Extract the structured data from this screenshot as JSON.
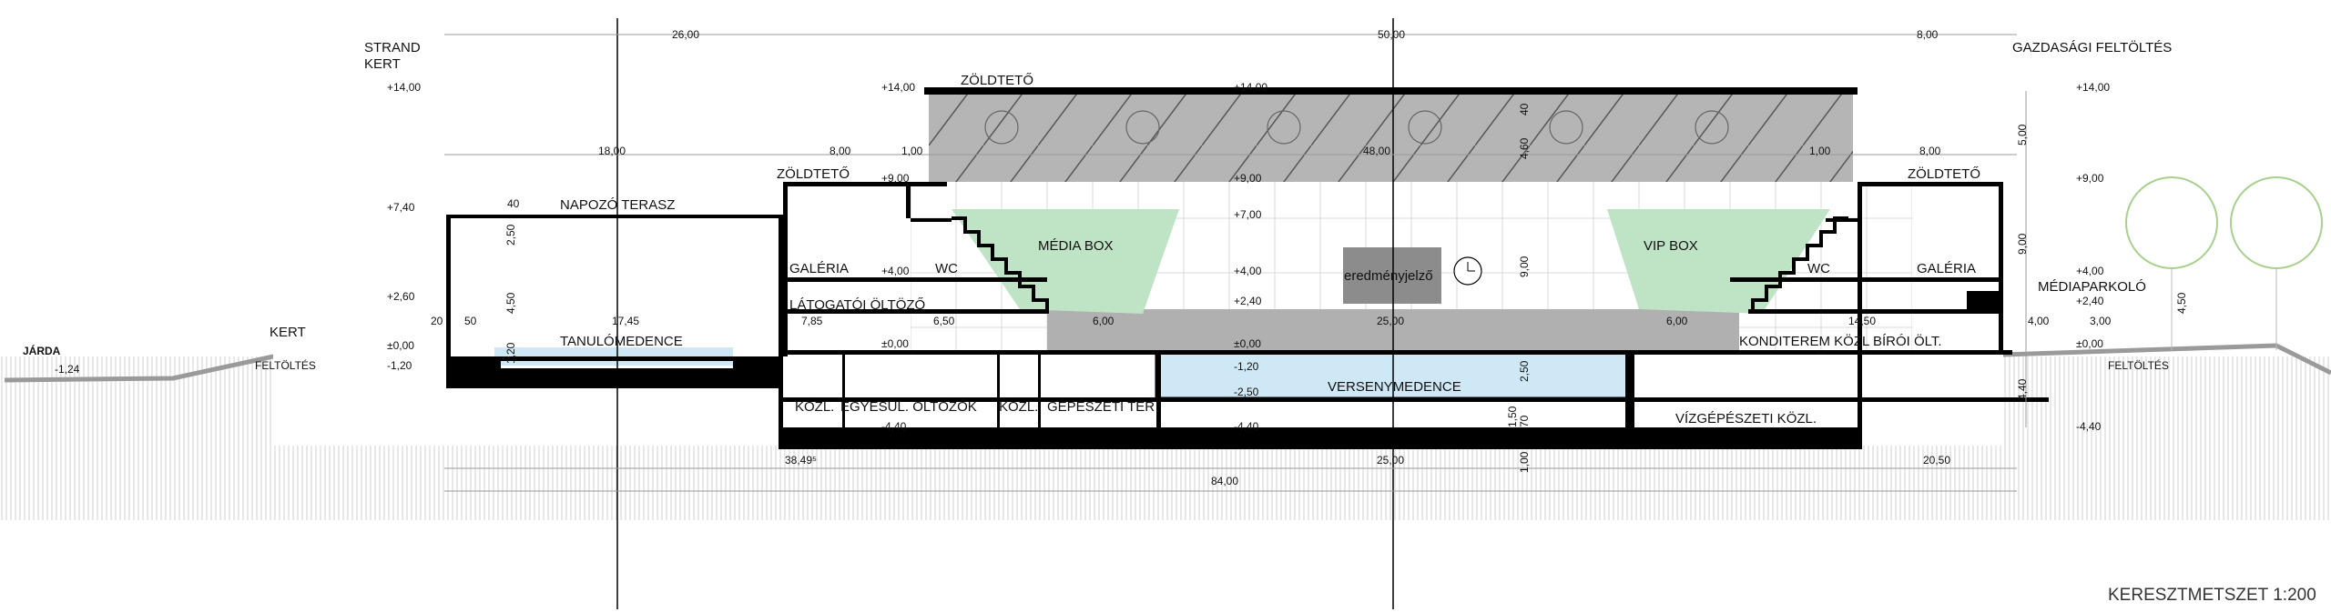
{
  "labels": {
    "strand": "STRAND",
    "kert_top": "KERT",
    "gazdasagi": "GAZDASÁGI FELTÖLTÉS",
    "zoldteto_top": "ZÖLDTETŐ",
    "zoldteto_left": "ZÖLDTETŐ",
    "zoldteto_right": "ZÖLDTETŐ",
    "napozo": "NAPOZÓ TERASZ",
    "galeria_left": "GALÉRIA",
    "galeria_right": "GALÉRIA",
    "wc_left": "WC",
    "wc_right": "WC",
    "media_box": "MÉDIA BOX",
    "vip_box": "VIP BOX",
    "eredmenyjelzo": "eredményjelző",
    "latogatoi": "LÁTOGATÓI ÖLTÖZŐ",
    "mediaparkolo": "MÉDIAPARKOLÓ",
    "kert": "KERT",
    "jarda": "JÁRDA",
    "tanulomedence": "TANULÓMEDENCE",
    "kondi": "KONDITEREM KÖZL BÍRÓI ÖLT.",
    "feltoltes_left": "FELTÖLTÉS",
    "feltoltes_right": "FELTÖLTÉS",
    "kozl": "KÖZL.",
    "egyesul": "EGYESÜL. ÖLTÖZŐK",
    "kozl2": "KÖZL.",
    "gepeszeti": "GÉPÉSZETI TÉR",
    "versenymedence": "VERSENYMEDENCE",
    "vizgepeszeti": "VÍZGÉPÉSZETI KÖZL.",
    "title": "KERESZTMETSZET 1:200"
  },
  "levels": {
    "l_left_14": "+14,00",
    "l_left_74": "+7,40",
    "l_left_26": "+2,60",
    "l_left_0": "±0,00",
    "l_left_m12": "-1,20",
    "l_jarda": "-1,24",
    "l_z14": "+14,00",
    "l_z9": "+9,00",
    "l_g4": "+4,00",
    "l_g0": "±0,00",
    "l_m44": "-4,40",
    "l_c14": "+14,00",
    "l_c9": "+9,00",
    "l_c7": "+7,00",
    "l_c4": "+4,00",
    "l_c24": "+2,40",
    "l_c0": "±0,00",
    "l_cm12": "-1,20",
    "l_cm25": "-2,50",
    "l_cm44": "-4,40",
    "l_r14": "+14,00",
    "l_r9": "+9,00",
    "l_r4": "+4,00",
    "l_r24": "+2,40",
    "l_r0": "±0,00",
    "l_rm44": "-4,40"
  },
  "dimensions": {
    "d26": "26,00",
    "d50": "50,00",
    "d8top": "8,00",
    "d18": "18,00",
    "d8l": "8,00",
    "d1l": "1,00",
    "d48": "48,00",
    "d1r": "1,00",
    "d8r": "8,00",
    "d40a": "40",
    "d250a": "2,50",
    "d450a": "4,50",
    "d120a": "1,20",
    "d20": "20",
    "d50s": "50",
    "d1745": "17,45",
    "d785": "7,85",
    "d650": "6,50",
    "d600l": "6,00",
    "d2500mid": "25,00",
    "d600r": "6,00",
    "d1450": "14,50",
    "d400r": "4,00",
    "d300r": "3,00",
    "d450r": "4,50",
    "d40b": "40",
    "d460": "4,60",
    "d900": "9,00",
    "d500r": "5,00",
    "d900r": "9,00",
    "d250b": "2,50",
    "d150": "1,50",
    "d70": "70",
    "d440": "4,40",
    "d3849": "38,49⁵",
    "d2500b": "25,00",
    "d100": "1,00",
    "d2050": "20,50",
    "d84": "84,00"
  },
  "colors": {
    "roof_gray": "#b5b5b5",
    "pool_blue": "#cfe8f6",
    "box_green": "#bfe3c5",
    "score_gray": "#8c8c8c",
    "hatch": "#bfbfbf"
  }
}
